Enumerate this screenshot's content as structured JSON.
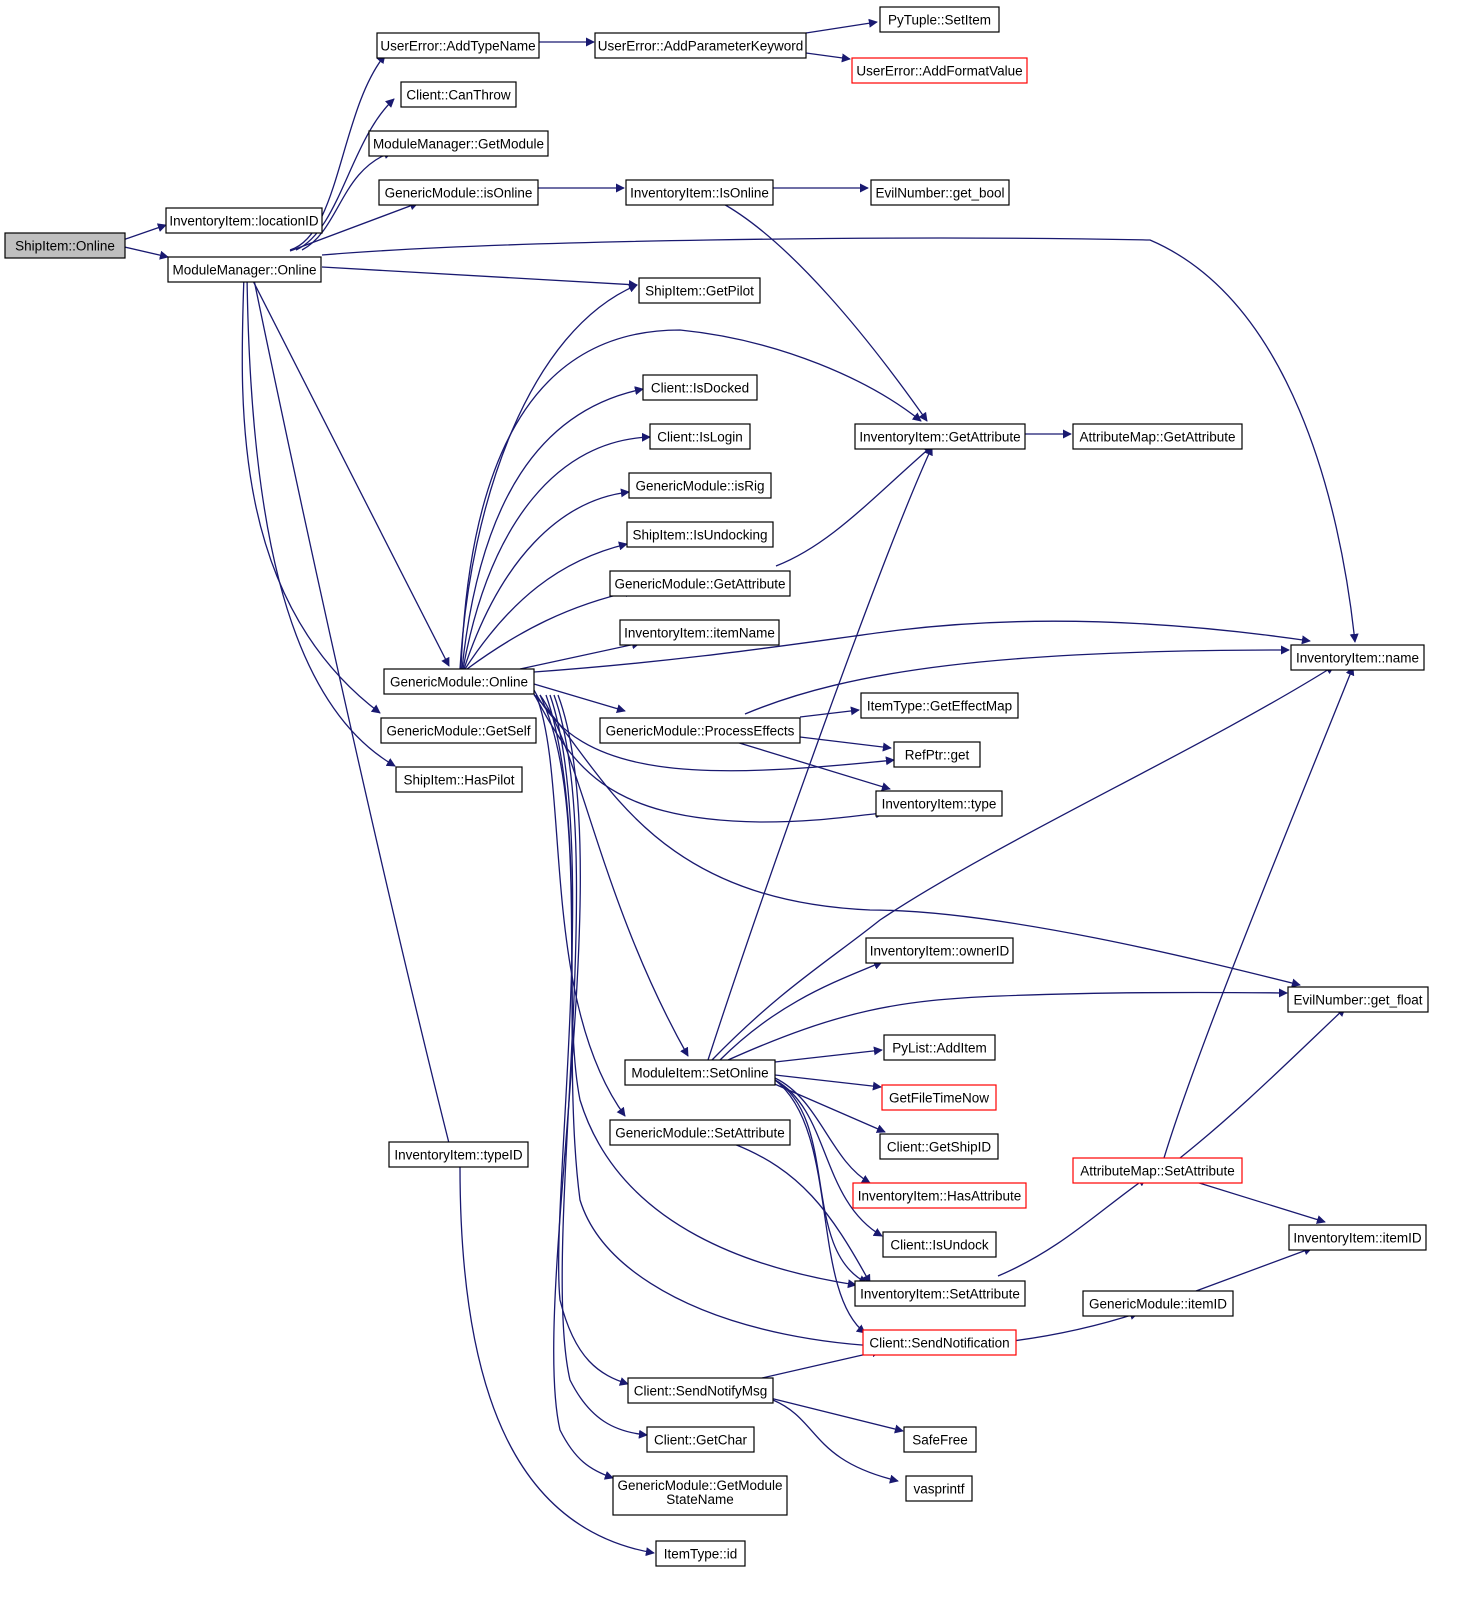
{
  "colors": {
    "edge": "#191970",
    "node_border": "#000000",
    "node_border_red": "#ff0000",
    "root_fill": "#bfbfbf",
    "node_fill": "#ffffff"
  },
  "nodes": [
    {
      "id": "root",
      "label": "ShipItem::Online",
      "root": true
    },
    {
      "id": "ii_locationID",
      "label": "InventoryItem::locationID"
    },
    {
      "id": "mm_online",
      "label": "ModuleManager::Online"
    },
    {
      "id": "ue_addtypename",
      "label": "UserError::AddTypeName"
    },
    {
      "id": "ue_addparamkw",
      "label": "UserError::AddParameterKeyword"
    },
    {
      "id": "pytuple_setitem",
      "label": "PyTuple::SetItem"
    },
    {
      "id": "ue_addformatvalue",
      "label": "UserError::AddFormatValue",
      "red": true
    },
    {
      "id": "client_canthrow",
      "label": "Client::CanThrow"
    },
    {
      "id": "mm_getmodule",
      "label": "ModuleManager::GetModule"
    },
    {
      "id": "gm_isonline",
      "label": "GenericModule::isOnline"
    },
    {
      "id": "ii_isonline",
      "label": "InventoryItem::IsOnline"
    },
    {
      "id": "evil_getbool",
      "label": "EvilNumber::get_bool"
    },
    {
      "id": "shipitem_getpilot",
      "label": "ShipItem::GetPilot"
    },
    {
      "id": "client_isdocked",
      "label": "Client::IsDocked"
    },
    {
      "id": "client_islogin",
      "label": "Client::IsLogin"
    },
    {
      "id": "gm_isrig",
      "label": "GenericModule::isRig"
    },
    {
      "id": "shipitem_isundocking",
      "label": "ShipItem::IsUndocking"
    },
    {
      "id": "gm_getattribute",
      "label": "GenericModule::GetAttribute"
    },
    {
      "id": "ii_itemname",
      "label": "InventoryItem::itemName"
    },
    {
      "id": "ii_getattribute",
      "label": "InventoryItem::GetAttribute"
    },
    {
      "id": "am_getattribute",
      "label": "AttributeMap::GetAttribute"
    },
    {
      "id": "gm_online",
      "label": "GenericModule::Online"
    },
    {
      "id": "ii_name",
      "label": "InventoryItem::name"
    },
    {
      "id": "gm_getself",
      "label": "GenericModule::GetSelf"
    },
    {
      "id": "gm_processeffects",
      "label": "GenericModule::ProcessEffects"
    },
    {
      "id": "itemtype_geteffectmap",
      "label": "ItemType::GetEffectMap"
    },
    {
      "id": "refptr_get",
      "label": "RefPtr::get"
    },
    {
      "id": "shipitem_haspilot",
      "label": "ShipItem::HasPilot"
    },
    {
      "id": "ii_type",
      "label": "InventoryItem::type"
    },
    {
      "id": "ii_ownerid",
      "label": "InventoryItem::ownerID"
    },
    {
      "id": "evil_getfloat",
      "label": "EvilNumber::get_float"
    },
    {
      "id": "pylist_additem",
      "label": "PyList::AddItem"
    },
    {
      "id": "mi_setonline",
      "label": "ModuleItem::SetOnline"
    },
    {
      "id": "getfiletimenow",
      "label": "GetFileTimeNow",
      "red": true
    },
    {
      "id": "gm_setattribute",
      "label": "GenericModule::SetAttribute"
    },
    {
      "id": "client_getshipid",
      "label": "Client::GetShipID"
    },
    {
      "id": "ii_typeid",
      "label": "InventoryItem::typeID"
    },
    {
      "id": "am_setattribute",
      "label": "AttributeMap::SetAttribute",
      "red": true
    },
    {
      "id": "ii_hasattribute",
      "label": "InventoryItem::HasAttribute",
      "red": true
    },
    {
      "id": "ii_itemid",
      "label": "InventoryItem::itemID"
    },
    {
      "id": "client_isundock",
      "label": "Client::IsUndock"
    },
    {
      "id": "ii_setattribute",
      "label": "InventoryItem::SetAttribute"
    },
    {
      "id": "gm_itemid",
      "label": "GenericModule::itemID"
    },
    {
      "id": "client_sendnotification",
      "label": "Client::SendNotification",
      "red": true
    },
    {
      "id": "client_sendnotifymsg",
      "label": "Client::SendNotifyMsg"
    },
    {
      "id": "client_getchar",
      "label": "Client::GetChar"
    },
    {
      "id": "safefree",
      "label": "SafeFree"
    },
    {
      "id": "gm_getmodulestatename",
      "label": "GenericModule::GetModule StateName",
      "lines": [
        "GenericModule::GetModule",
        "StateName"
      ]
    },
    {
      "id": "vasprintf",
      "label": "vasprintf"
    },
    {
      "id": "itemtype_id",
      "label": "ItemType::id"
    }
  ]
}
